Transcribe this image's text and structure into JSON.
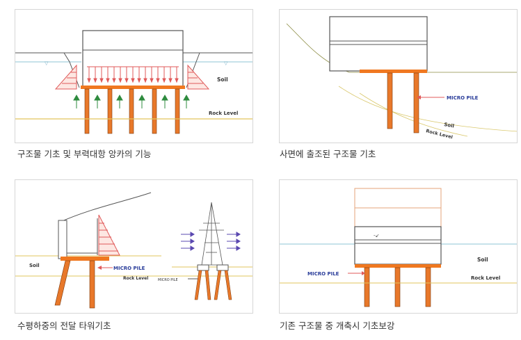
{
  "colors": {
    "pile_orange": "#e8782a",
    "footing_orange": "#f07820",
    "rock_line": "#e2c45c",
    "water_blue": "#8ec5d6",
    "pressure_red": "#e05a5a",
    "uplift_green": "#2e8b3e",
    "label_blue": "#2a3d9a",
    "arrow_purple": "#5a48b0",
    "outline": "#555555"
  },
  "panels": [
    {
      "caption": "구조물 기초 및 부력대항 앙카의 기능",
      "labels": {
        "soil": "Soil",
        "rock": "Rock Level"
      }
    },
    {
      "caption": "사면에 출조된 구조물 기초",
      "labels": {
        "micro_pile": "MICRO PILE",
        "soil": "Soil",
        "rock": "Rock Level"
      }
    },
    {
      "caption": "수평하중의 전달 타워기초",
      "labels": {
        "soil": "Soil",
        "micro_pile": "MICRO PILE",
        "rock": "Rock Level",
        "micro_pile_small": "MICRO PILE"
      }
    },
    {
      "caption": "기존 구조물 중 개축시 기초보강",
      "labels": {
        "micro_pile": "MICRO PILE",
        "soil": "Soil",
        "rock": "Rock Level"
      }
    }
  ]
}
